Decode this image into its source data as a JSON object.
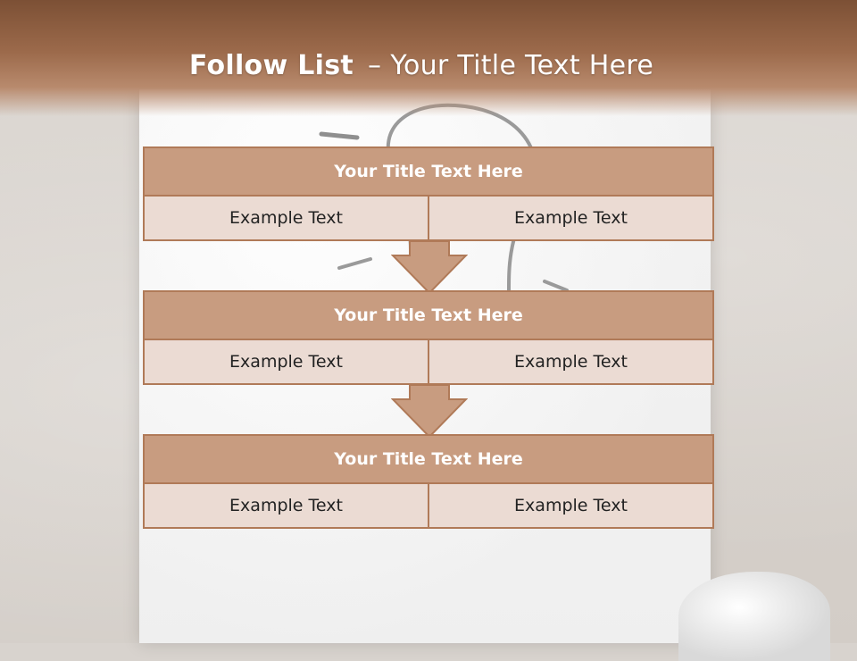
{
  "slide": {
    "title_bold": "Follow List",
    "title_dash": "–",
    "title_rest": "Your Title Text Here"
  },
  "blocks": [
    {
      "title": "Your Title Text Here",
      "cells": [
        "Example Text",
        "Example Text"
      ]
    },
    {
      "title": "Your Title Text Here",
      "cells": [
        "Example Text",
        "Example Text"
      ]
    },
    {
      "title": "Your Title Text Here",
      "cells": [
        "Example Text",
        "Example Text"
      ]
    }
  ],
  "colors": {
    "header_band": "#9c6a4b",
    "block_title_fill": "#c89c80",
    "block_cell_fill": "#ebdbd3",
    "block_border": "#b07a58"
  },
  "icons": [
    "down-arrow-icon",
    "down-arrow-icon"
  ]
}
